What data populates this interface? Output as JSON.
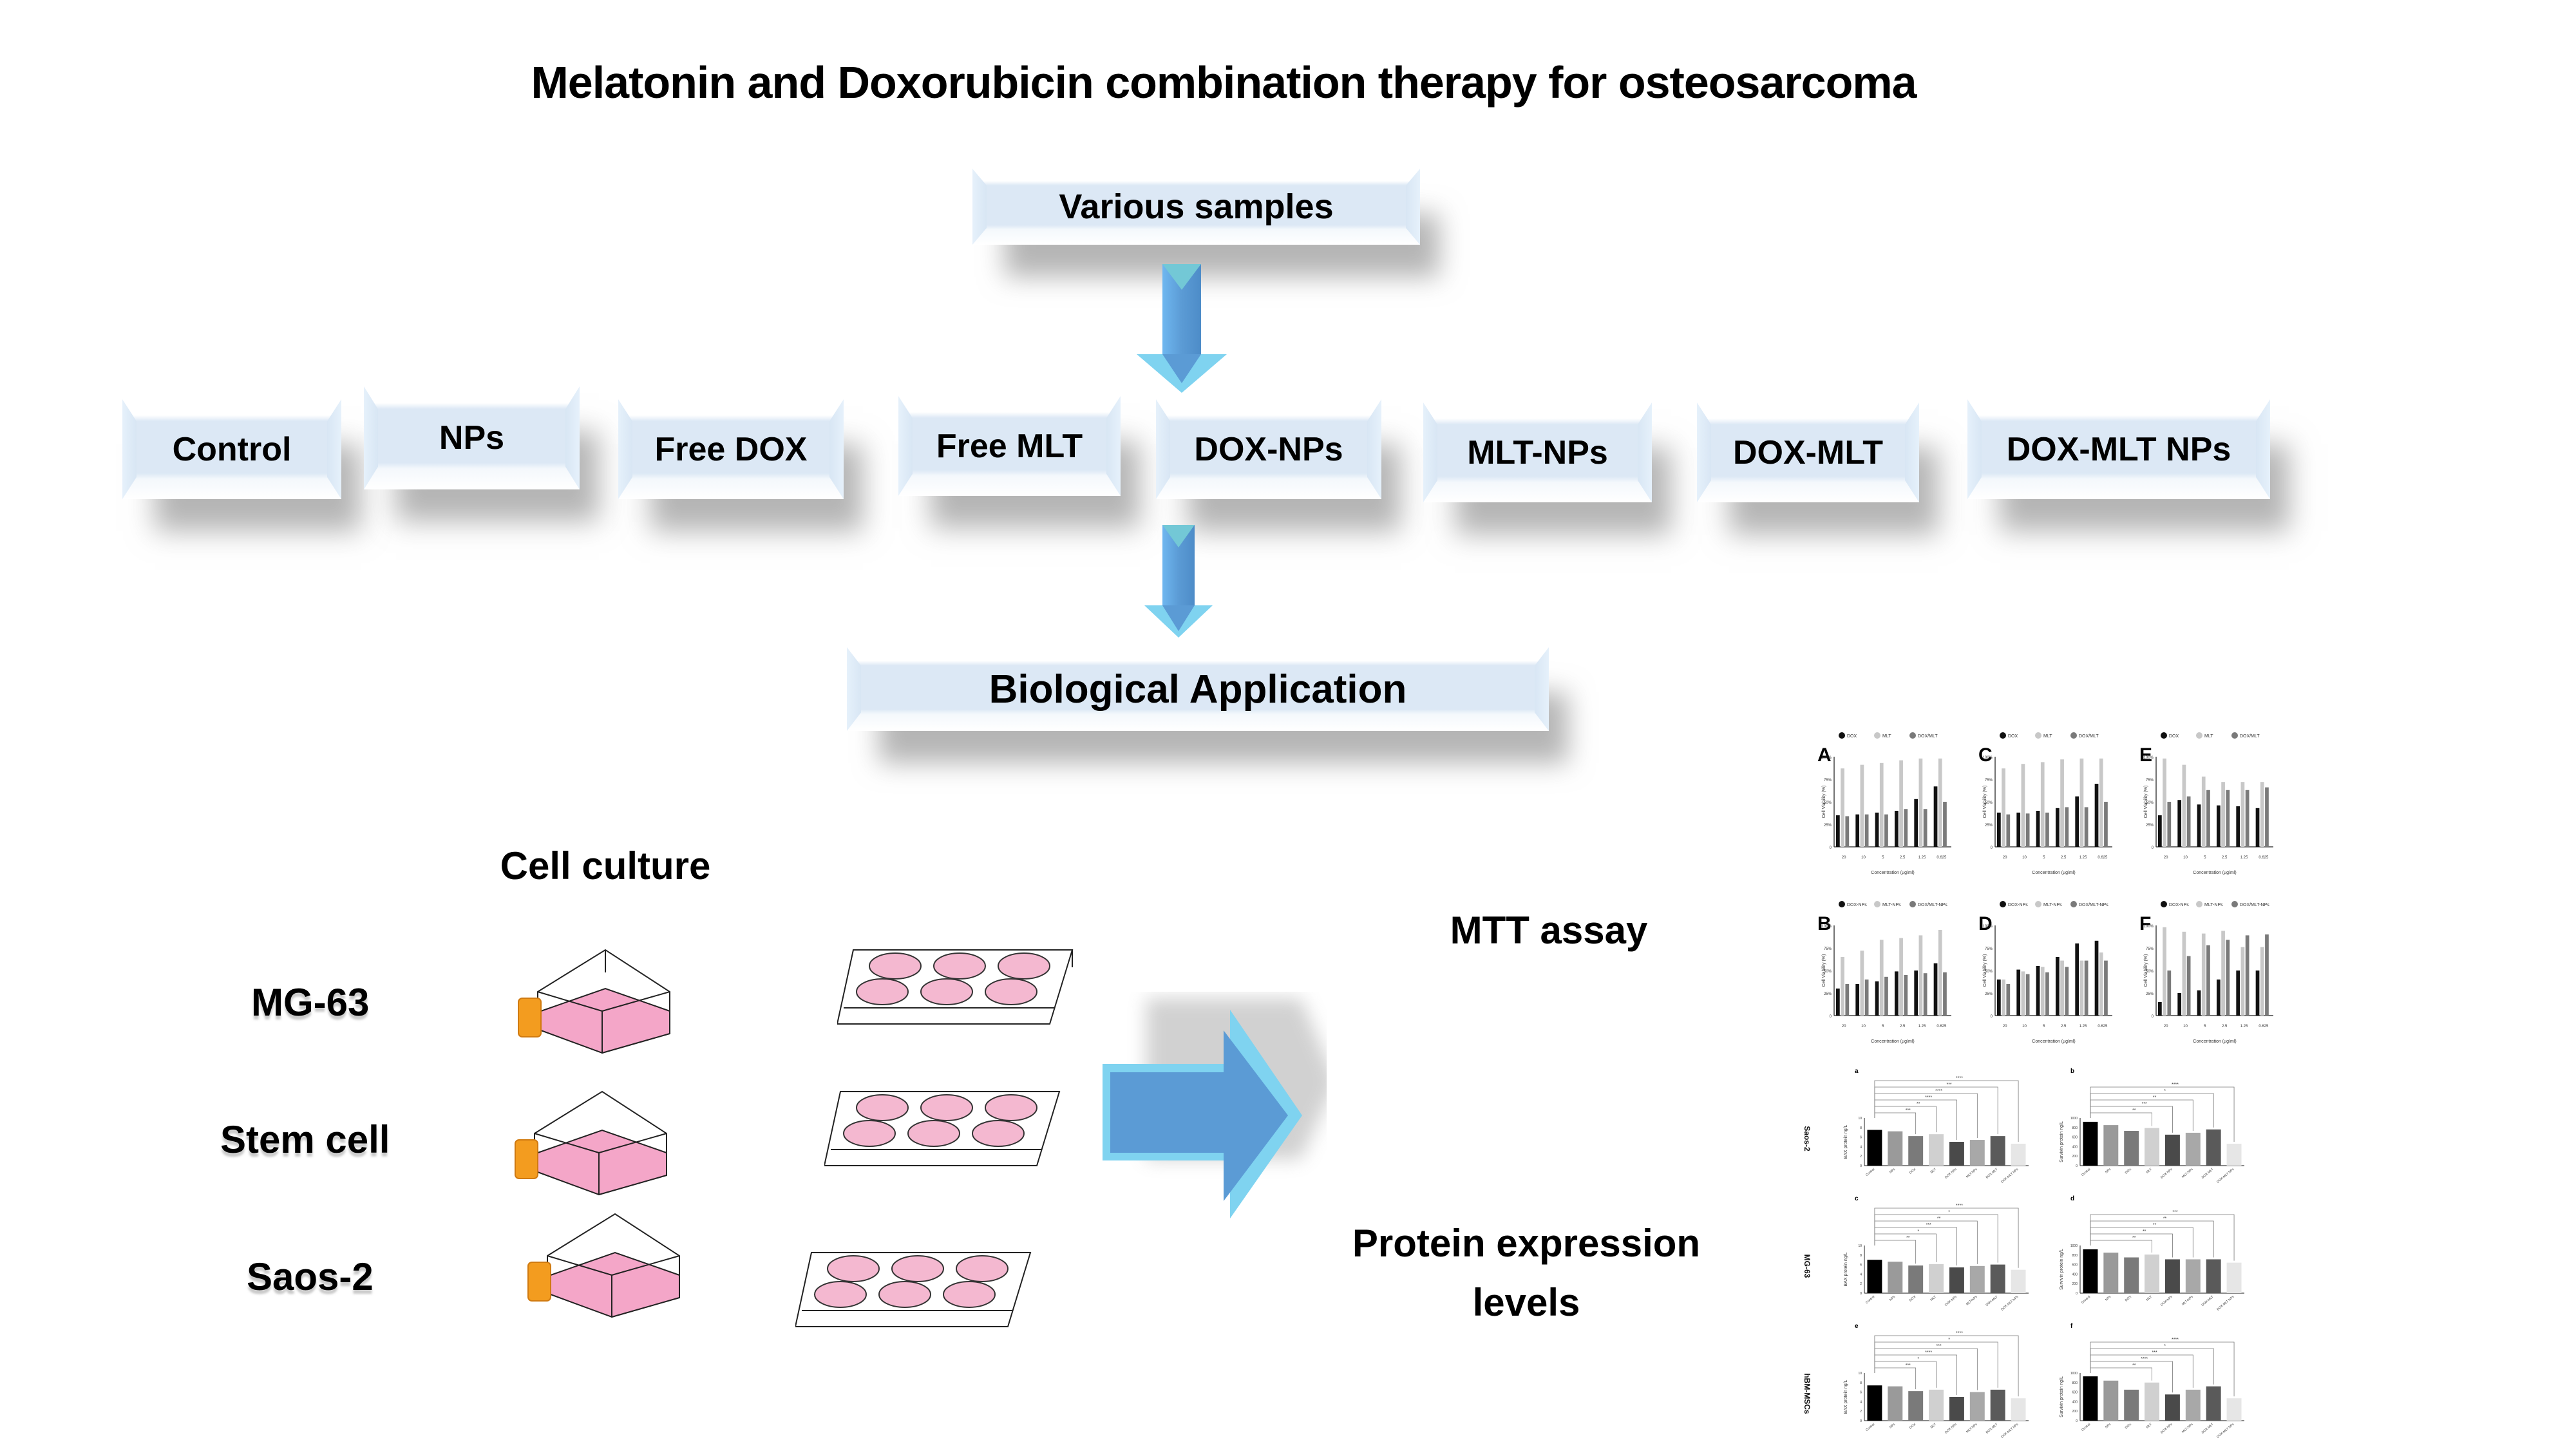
{
  "title": "Melatonin and Doxorubicin combination therapy for osteosarcoma",
  "flow": {
    "top_box": "Various samples",
    "samples": [
      "Control",
      "NPs",
      "Free DOX",
      "Free MLT",
      "DOX-NPs",
      "MLT-NPs",
      "DOX-MLT",
      "DOX-MLT NPs"
    ],
    "bio_box": "Biological Application"
  },
  "cell_culture": {
    "heading": "Cell culture",
    "cell_lines": [
      "MG-63",
      "Stem cell",
      "Saos-2"
    ]
  },
  "assays": {
    "mtt": "MTT assay",
    "protein_line1": "Protein expression",
    "protein_line2": "levels"
  },
  "colors": {
    "box_fill": "#dce8f5",
    "arrow_blue": "#5b9bd5",
    "arrow_light": "#7fd3f0",
    "flask_pink": "#f4a6c8",
    "flask_cap": "#f39c1f"
  },
  "chart_data": [
    {
      "type": "bar",
      "panel": "A",
      "xlabel": "Concentration (µg/ml)",
      "ylabel": "Cell Viability (%)",
      "categories": [
        "20",
        "10",
        "5",
        "2.5",
        "1.25",
        "0.625"
      ],
      "ylim": [
        0,
        100
      ],
      "yticks": [
        "0",
        "25%",
        "50%",
        "75%",
        "100%"
      ],
      "series": [
        {
          "name": "DOX",
          "values": [
            35,
            36,
            38,
            40,
            53,
            67
          ]
        },
        {
          "name": "MLT",
          "values": [
            87,
            91,
            93,
            96,
            98,
            98
          ]
        },
        {
          "name": "DOX/MLT",
          "values": [
            34,
            36,
            36,
            42,
            42,
            50
          ]
        }
      ]
    },
    {
      "type": "bar",
      "panel": "C",
      "xlabel": "Concentration (µg/ml)",
      "ylabel": "Cell Viability (%)",
      "categories": [
        "20",
        "10",
        "5",
        "2.5",
        "1.25",
        "0.625"
      ],
      "ylim": [
        0,
        100
      ],
      "yticks": [
        "0",
        "25%",
        "50%",
        "75%",
        "100%"
      ],
      "series": [
        {
          "name": "DOX",
          "values": [
            38,
            38,
            40,
            43,
            56,
            70
          ]
        },
        {
          "name": "MLT",
          "values": [
            87,
            92,
            94,
            97,
            98,
            98
          ]
        },
        {
          "name": "DOX/MLT",
          "values": [
            36,
            37,
            38,
            44,
            44,
            50
          ]
        }
      ]
    },
    {
      "type": "bar",
      "panel": "E",
      "xlabel": "Concentration (µg/ml)",
      "ylabel": "Cell Viability (%)",
      "categories": [
        "20",
        "10",
        "5",
        "2.5",
        "1.25",
        "0.625"
      ],
      "ylim": [
        0,
        100
      ],
      "yticks": [
        "0",
        "25%",
        "50%",
        "75%",
        "100%"
      ],
      "series": [
        {
          "name": "DOX",
          "values": [
            35,
            52,
            47,
            46,
            45,
            43
          ]
        },
        {
          "name": "MLT",
          "values": [
            98,
            91,
            78,
            72,
            72,
            72
          ]
        },
        {
          "name": "DOX/MLT",
          "values": [
            50,
            56,
            63,
            63,
            63,
            66
          ]
        }
      ]
    },
    {
      "type": "bar",
      "panel": "B",
      "xlabel": "Concentration (µg/ml)",
      "ylabel": "Cell Viability (%)",
      "categories": [
        "20",
        "10",
        "5",
        "2.5",
        "1.25",
        "0.625"
      ],
      "ylim": [
        0,
        100
      ],
      "yticks": [
        "0",
        "25%",
        "50%",
        "75%",
        "100%"
      ],
      "series": [
        {
          "name": "DOX-NPs",
          "values": [
            30,
            35,
            38,
            49,
            50,
            58
          ]
        },
        {
          "name": "MLT-NPs",
          "values": [
            65,
            72,
            84,
            86,
            89,
            95
          ]
        },
        {
          "name": "DOX/MLT-NPs",
          "values": [
            35,
            40,
            43,
            45,
            47,
            48
          ]
        }
      ]
    },
    {
      "type": "bar",
      "panel": "D",
      "xlabel": "Concentration (µg/ml)",
      "ylabel": "Cell Viability (%)",
      "categories": [
        "20",
        "10",
        "5",
        "2.5",
        "1.25",
        "0.625"
      ],
      "ylim": [
        0,
        100
      ],
      "yticks": [
        "0",
        "25%",
        "50%",
        "75%",
        "100%"
      ],
      "series": [
        {
          "name": "DOX-NPs",
          "values": [
            40,
            51,
            55,
            65,
            80,
            83
          ]
        },
        {
          "name": "MLT-NPs",
          "values": [
            40,
            49,
            54,
            61,
            61,
            70
          ]
        },
        {
          "name": "DOX/MLT-NPs",
          "values": [
            35,
            46,
            48,
            54,
            61,
            61
          ]
        }
      ]
    },
    {
      "type": "bar",
      "panel": "F",
      "xlabel": "Concentration (µg/ml)",
      "ylabel": "Cell Viability (%)",
      "categories": [
        "20",
        "10",
        "5",
        "2.5",
        "1.25",
        "0.625"
      ],
      "ylim": [
        0,
        100
      ],
      "yticks": [
        "0",
        "25%",
        "50%",
        "75%",
        "100%"
      ],
      "series": [
        {
          "name": "DOX-NPs",
          "values": [
            15,
            25,
            28,
            40,
            50,
            50
          ]
        },
        {
          "name": "MLT-NPs",
          "values": [
            98,
            93,
            91,
            94,
            76,
            76
          ]
        },
        {
          "name": "DOX/MLT-NPs",
          "values": [
            50,
            66,
            78,
            84,
            89,
            90
          ]
        }
      ]
    },
    {
      "type": "bar",
      "panel": "a",
      "row_label": "Saos-2",
      "ylabel": "BAX protein ng/L",
      "categories": [
        "Control",
        "NPs",
        "DOX",
        "MLT",
        "DOX-NPs",
        "MLT-NPs",
        "DOX-MLT",
        "DOX-MLT NPs"
      ],
      "ylim": [
        0,
        10
      ],
      "values": [
        7.5,
        7.2,
        6.2,
        6.6,
        5.0,
        5.4,
        6.2,
        4.6
      ],
      "significance": [
        "***",
        "**",
        "****",
        "****",
        "***",
        "****"
      ]
    },
    {
      "type": "bar",
      "panel": "b",
      "ylabel": "Survivin protein ng/L",
      "categories": [
        "Control",
        "NPs",
        "DOX",
        "MLT",
        "DOX-NPs",
        "MLT-NPs",
        "DOX-MLT",
        "DOX-MLT NPs"
      ],
      "ylim": [
        0,
        1000
      ],
      "values": [
        920,
        850,
        730,
        790,
        650,
        690,
        760,
        460
      ],
      "significance": [
        "**",
        "***",
        "**",
        "*",
        "****"
      ]
    },
    {
      "type": "bar",
      "panel": "c",
      "row_label": "MG-63",
      "ylabel": "BAX protein ng/L",
      "categories": [
        "Control",
        "NPs",
        "DOX",
        "MLT",
        "DOX-NPs",
        "MLT-NPs",
        "DOX-MLT",
        "DOX-MLT NPs"
      ],
      "ylim": [
        0,
        10
      ],
      "values": [
        7.0,
        6.6,
        5.8,
        6.1,
        5.4,
        5.7,
        6.0,
        4.9
      ],
      "significance": [
        "**",
        "*",
        "***",
        "**",
        "*",
        "****"
      ]
    },
    {
      "type": "bar",
      "panel": "d",
      "ylabel": "Survivin protein ng/L",
      "categories": [
        "Control",
        "NPs",
        "DOX",
        "MLT",
        "DOX-NPs",
        "MLT-NPs",
        "DOX-MLT",
        "DOX-MLT NPs"
      ],
      "ylim": [
        0,
        1000
      ],
      "values": [
        920,
        850,
        750,
        810,
        710,
        710,
        710,
        640
      ],
      "significance": [
        "**",
        "**",
        "**",
        "**",
        "***"
      ]
    },
    {
      "type": "bar",
      "panel": "e",
      "row_label": "hBM-MSCs",
      "ylabel": "BAX protein ng/L",
      "categories": [
        "Control",
        "NPs",
        "DOX",
        "MLT",
        "DOX-NPs",
        "MLT-NPs",
        "DOX-MLT",
        "DOX-MLT NPs"
      ],
      "ylim": [
        0,
        10
      ],
      "values": [
        7.4,
        7.2,
        6.2,
        6.5,
        5.0,
        6.0,
        6.5,
        4.7
      ],
      "significance": [
        "***",
        "*",
        "****",
        "***",
        "*",
        "****"
      ]
    },
    {
      "type": "bar",
      "panel": "f",
      "ylabel": "Survivin protein ng/L",
      "categories": [
        "Control",
        "NPs",
        "DOX",
        "MLT",
        "DOX-NPs",
        "MLT-NPs",
        "DOX-MLT",
        "DOX-MLT NPs"
      ],
      "ylim": [
        0,
        1000
      ],
      "values": [
        930,
        840,
        650,
        800,
        550,
        650,
        720,
        470
      ],
      "significance": [
        "**",
        "****",
        "***",
        "*",
        "****"
      ]
    }
  ]
}
